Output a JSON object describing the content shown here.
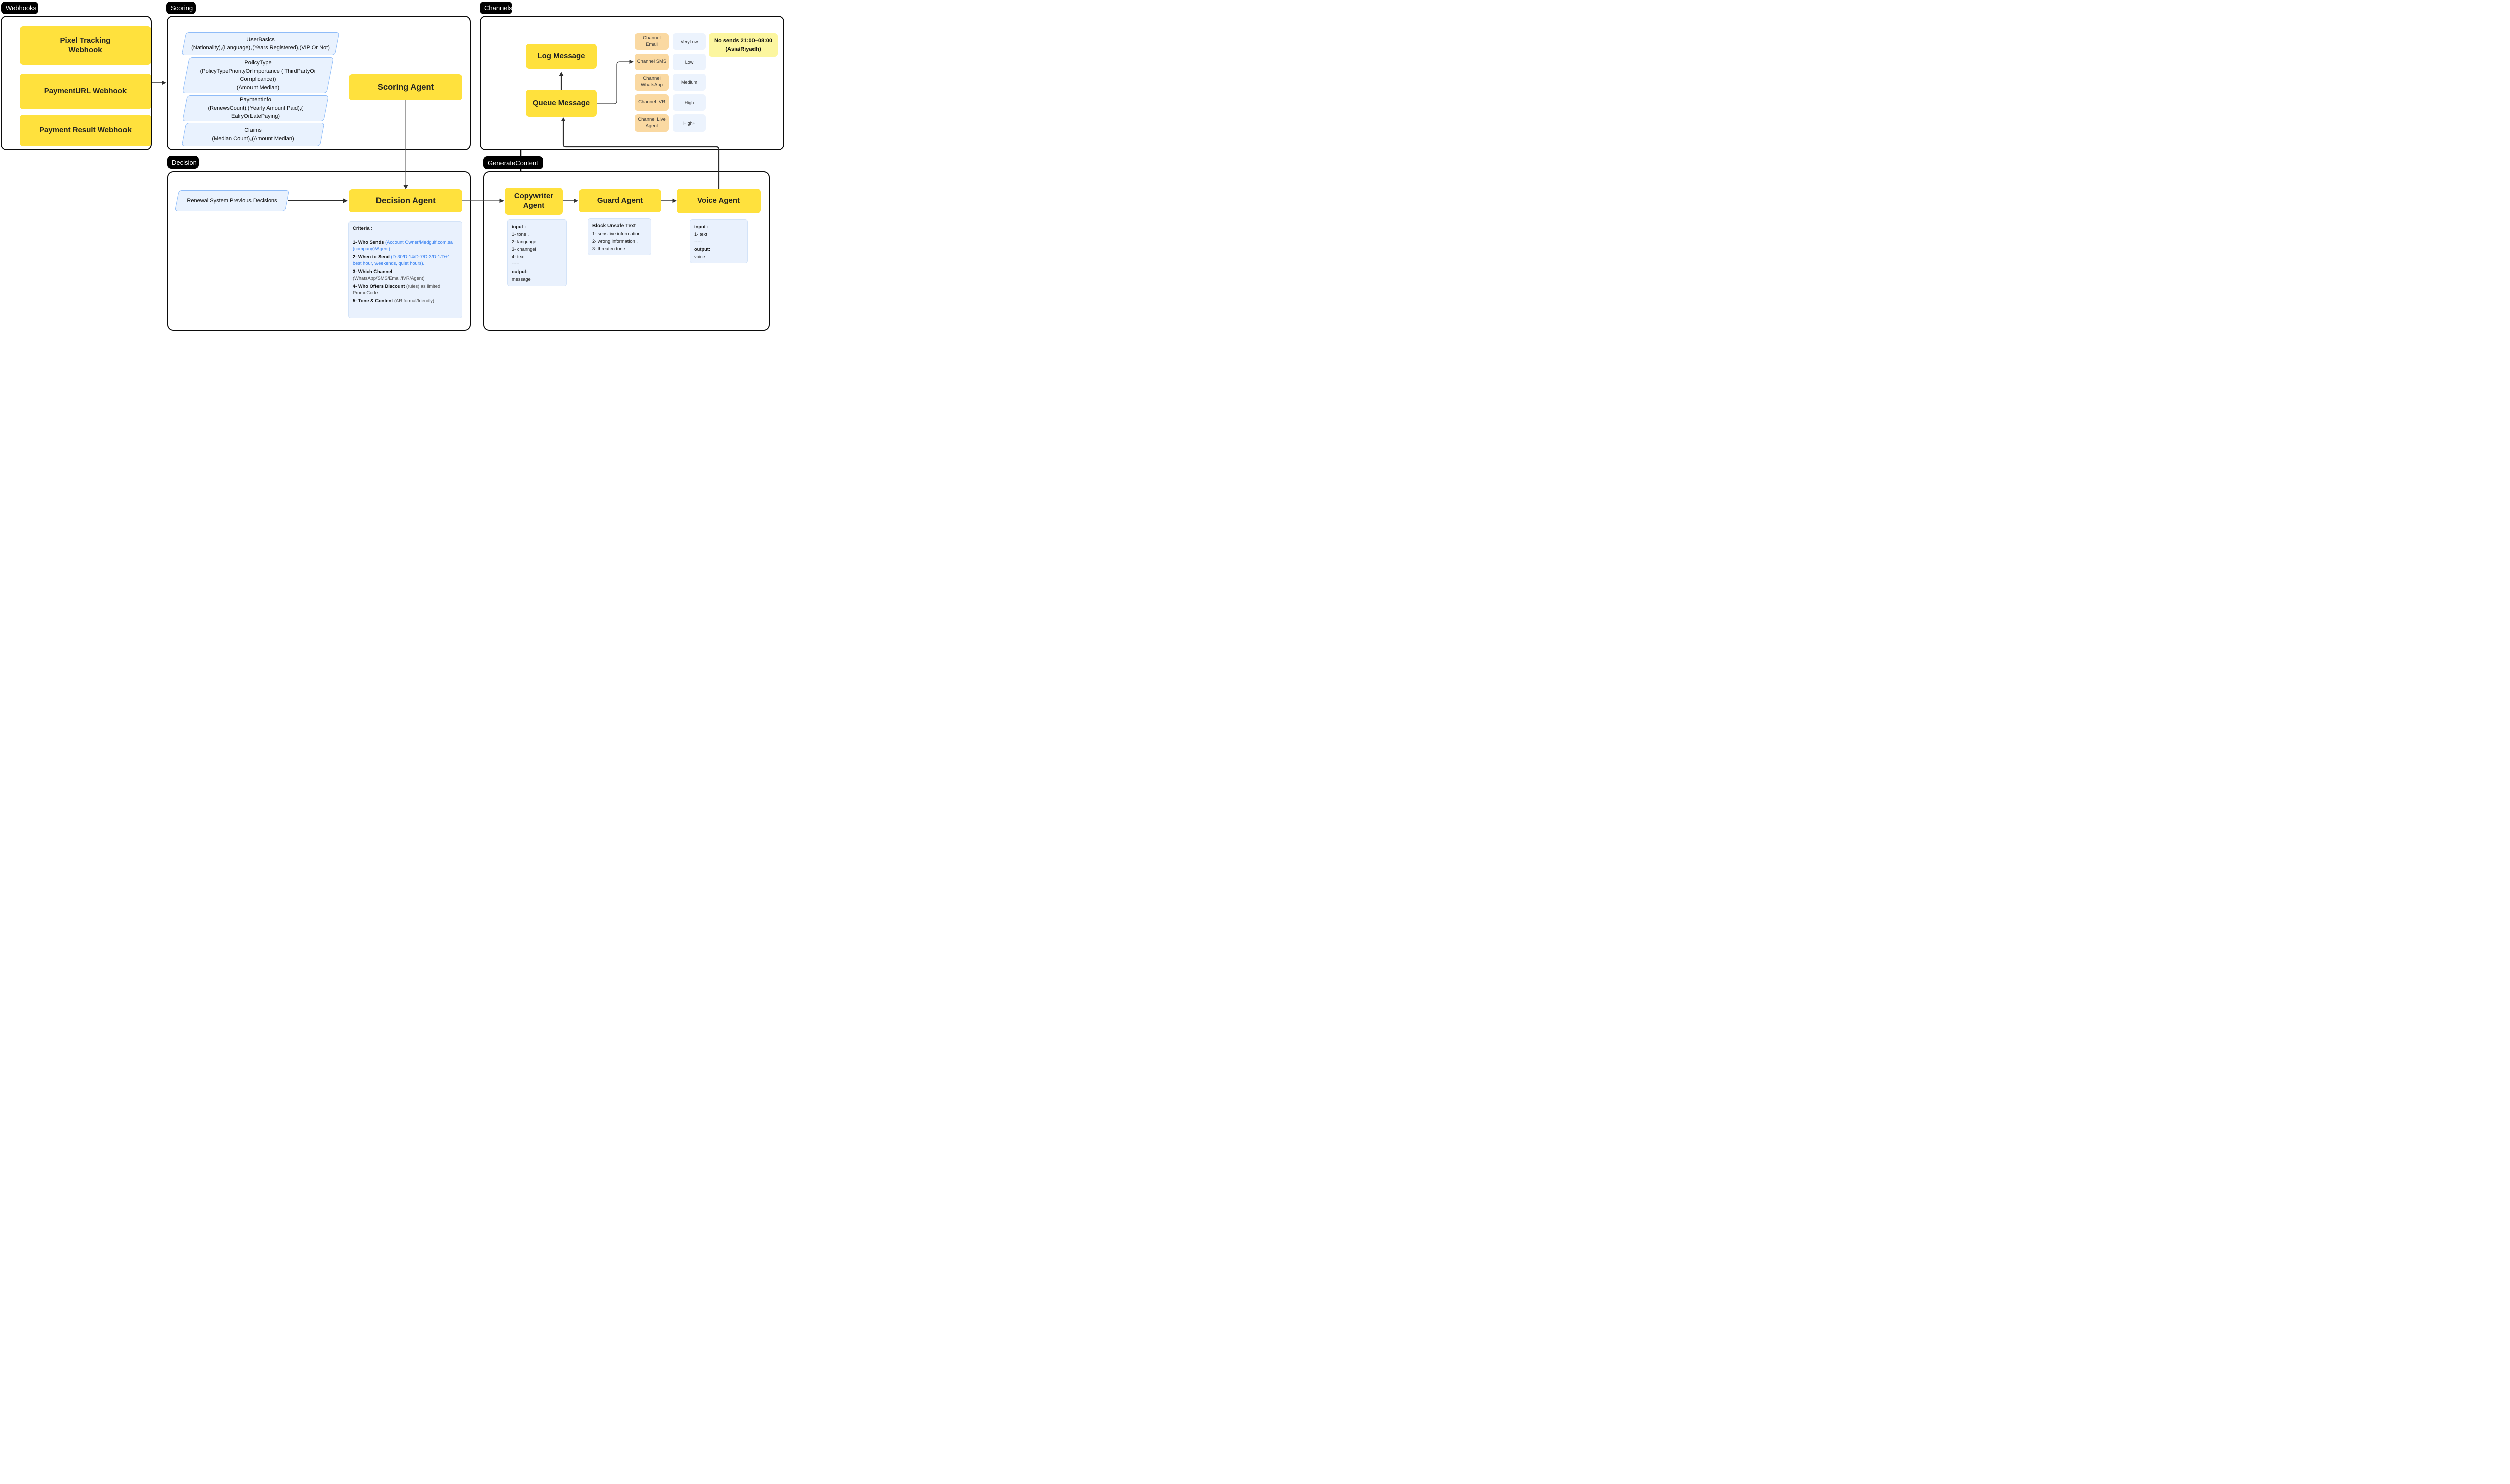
{
  "sections": {
    "webhooks_label": "Webhooks",
    "scoring_label": "Scoring",
    "channels_label": "Channels",
    "decision_label": "Decision",
    "generate_label": "GenerateContent"
  },
  "webhooks": {
    "nodes": [
      "Pixel Tracking\nWebhook",
      "PaymentURL Webhook",
      "Payment Result Webhook"
    ]
  },
  "scoring": {
    "inputs": [
      {
        "lines": [
          "UserBasics",
          "(Nationality),(Language),(Years Registered),(VIP Or Not)"
        ]
      },
      {
        "lines": [
          "PolicyType",
          "(PolicyTypePriorityOrImportance ( ThirdPartyOr",
          "Complicance))",
          "(Amount Median)"
        ]
      },
      {
        "lines": [
          "PaymentInfo",
          "(RenewsCount),(Yearly Amount Paid),(",
          "EalryOrLatePaying)"
        ]
      },
      {
        "lines": [
          "Claims",
          "(Median Count),(Amount Median)"
        ]
      }
    ],
    "agent": "Scoring Agent"
  },
  "decision": {
    "input": "Renewal System Previous Decisions",
    "agent": "Decision Agent",
    "criteria": {
      "title": "Criteria :",
      "items": [
        {
          "label": "1- Who Sends",
          "detail": " (Account Owner/Medgulf.com.sa (company)/Agent)",
          "color": "blue"
        },
        {
          "label": "2- When to Send",
          "detail": " (D-30/D-14/D-7/D-3/D-1/D+1, best hour, weekends, quiet hours).",
          "color": "blue"
        },
        {
          "label": "3- Which Channel",
          "detail": " (WhatsApp/SMS/Email/IVR/Agent)",
          "color": "gray"
        },
        {
          "label": "4- Who Offers Discount",
          "detail": " (rules) as limited PromoCode",
          "color": "gray"
        },
        {
          "label": "5- Tone & Content",
          "detail": " (AR formal/friendly)",
          "color": "gray"
        }
      ]
    }
  },
  "generate_content": {
    "copywriter": {
      "title": "Copywriter Agent",
      "note": [
        "input :",
        "1-  tone .",
        "2- language.",
        "3- channgel",
        "4- text",
        "-----",
        "output:",
        "message"
      ]
    },
    "guard": {
      "title": "Guard Agent",
      "note": [
        "Block Unsafe Text",
        "1- sensitive information .",
        "2- wrong information .",
        "3- threaten tone ."
      ]
    },
    "voice": {
      "title": "Voice Agent",
      "note": [
        "input :",
        "1- text",
        "-----",
        "output:",
        "voice"
      ]
    }
  },
  "channels": {
    "log": "Log Message",
    "queue": "Queue Message",
    "items": [
      {
        "label": "Channel Email",
        "priority": "VeryLow"
      },
      {
        "label": "Channel SMS",
        "priority": "Low"
      },
      {
        "label": "Channel WhatsApp",
        "priority": "Medium"
      },
      {
        "label": "Channel IVR",
        "priority": "High"
      },
      {
        "label": "Channel Live Agent",
        "priority": "High+"
      }
    ],
    "quiet_hours": "No sends 21:00–08:00\n(Asia/Riyadh)"
  },
  "colors": {
    "node_yellow": "#FFE13D",
    "channel_orange": "#FAD9A2",
    "priority_blue": "#ECF3FD",
    "input_blue_fill": "#E9F2FE",
    "input_blue_border": "#8FBCF8",
    "note_blue": "#E9F1FD",
    "quiet_yellow": "#FCF69F",
    "label_black": "#000000",
    "link_blue": "#2F7BF0"
  }
}
